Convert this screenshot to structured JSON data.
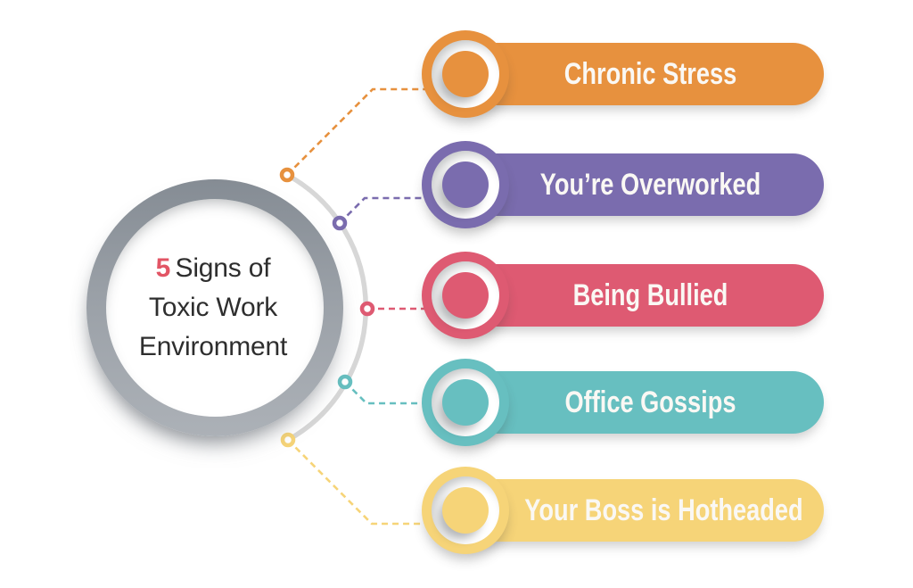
{
  "title": {
    "highlight": "5",
    "line1": "Signs of",
    "line2": "Toxic Work",
    "line3": "Environment"
  },
  "items": [
    {
      "label": "Chronic Stress",
      "color": "#E7913E"
    },
    {
      "label": "You’re Overworked",
      "color": "#7A6CAE"
    },
    {
      "label": "Being Bullied",
      "color": "#DE5A72"
    },
    {
      "label": "Office Gossips",
      "color": "#67BFC0"
    },
    {
      "label": "Your Boss is Hotheaded",
      "color": "#F6D478"
    }
  ],
  "colors": {
    "hub_ring": "#9AA0A7",
    "arc": "#D7D7D7",
    "title_text": "#2E2E2E",
    "title_highlight": "#E25565",
    "label_text": "#FAF8F4",
    "background": "#FFFFFF"
  }
}
